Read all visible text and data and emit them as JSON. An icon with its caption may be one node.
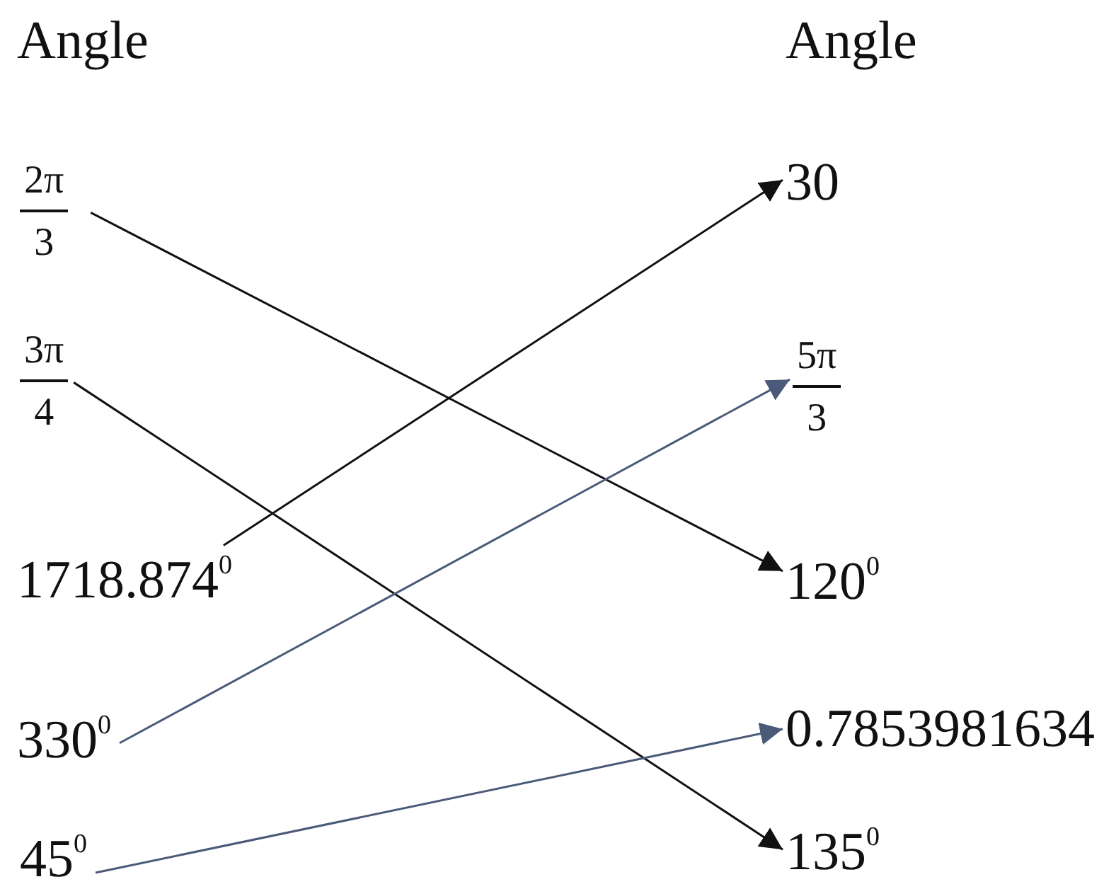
{
  "diagram": {
    "nodes": [
      {
        "text": [
          "2π",
          "3"
        ]
      },
      {
        "text": [
          "3π",
          "4"
        ]
      },
      {
        "text": [
          "1718.874$^{0}$"
        ]
      },
      {
        "text": [
          "330$^{0}$"
        ]
      },
      {
        "text": [
          "45$^{0}$"
        ]
      },
      {
        "text": [
          "30"
        ]
      },
      {
        "text": [
          "5π",
          "3"
        ]
      },
      {
        "text": [
          "120$^{0}$"
        ]
      },
      {
        "text": [
          "0.7853981634"
        ]
      },
      {
        "text": [
          "135$^{0}$"
        ]
      }
    ],
    "edges": [
      {
        "from": 0,
        "to": 7,
        "arrow": "to"
      },
      {
        "from": 1,
        "to": 9,
        "arrow": "to"
      },
      {
        "from": 2,
        "to": 5,
        "arrow": "to"
      },
      {
        "from": 3,
        "to": 6,
        "arrow": "to",
        "color": "#4a5a78"
      },
      {
        "from": 4,
        "to": 8,
        "arrow": "to",
        "color": "#4a5a78"
      }
    ],
    "labels": [
      "Angle",
      "Angle"
    ]
  }
}
